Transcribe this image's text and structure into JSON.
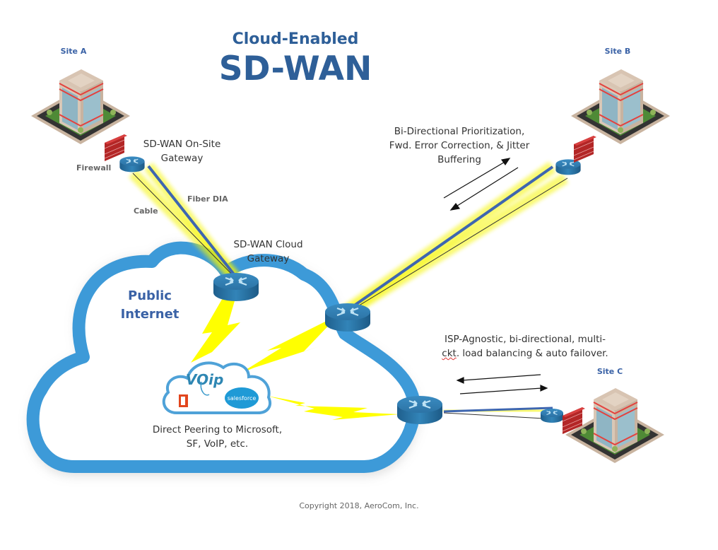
{
  "title": {
    "line1": "Cloud-Enabled",
    "line2": "SD-WAN"
  },
  "sites": {
    "a": "Site A",
    "b": "Site B",
    "c": "Site C"
  },
  "labels": {
    "firewall": "Firewall",
    "onsite_gateway_line1": "SD-WAN On-Site",
    "onsite_gateway_line2": "Gateway",
    "fiber": "Fiber DIA",
    "cable": "Cable",
    "cloud_gateway_line1": "SD-WAN Cloud",
    "cloud_gateway_line2": "Gateway",
    "public_internet_line1": "Public",
    "public_internet_line2": "Internet",
    "prioritization_line1": "Bi-Directional Prioritization,",
    "prioritization_line2": "Fwd. Error Correction, & Jitter",
    "prioritization_line3": "Buffering",
    "isp_line1": "ISP-Agnostic, bi-directional, multi-",
    "isp_line2_misspelled": "ckt",
    "isp_line2_rest": ". load balancing & auto failover.",
    "peering_line1": "Direct Peering to Microsoft,",
    "peering_line2": "SF, VoIP, etc.",
    "voip_logo": "VOip",
    "salesforce_logo": "salesforce"
  },
  "footer": {
    "copyright": "Copyright 2018, AeroCom, Inc."
  },
  "colors": {
    "title_blue": "#2e5f98",
    "site_blue": "#3a62a6",
    "cloud_blue": "#3d9ad8",
    "router_blue": "#2f78a8",
    "fiber_blue": "#3e66b0",
    "glow_yellow": "#f5f500",
    "firewall_red": "#c0282a",
    "office_orange": "#e2461e"
  }
}
